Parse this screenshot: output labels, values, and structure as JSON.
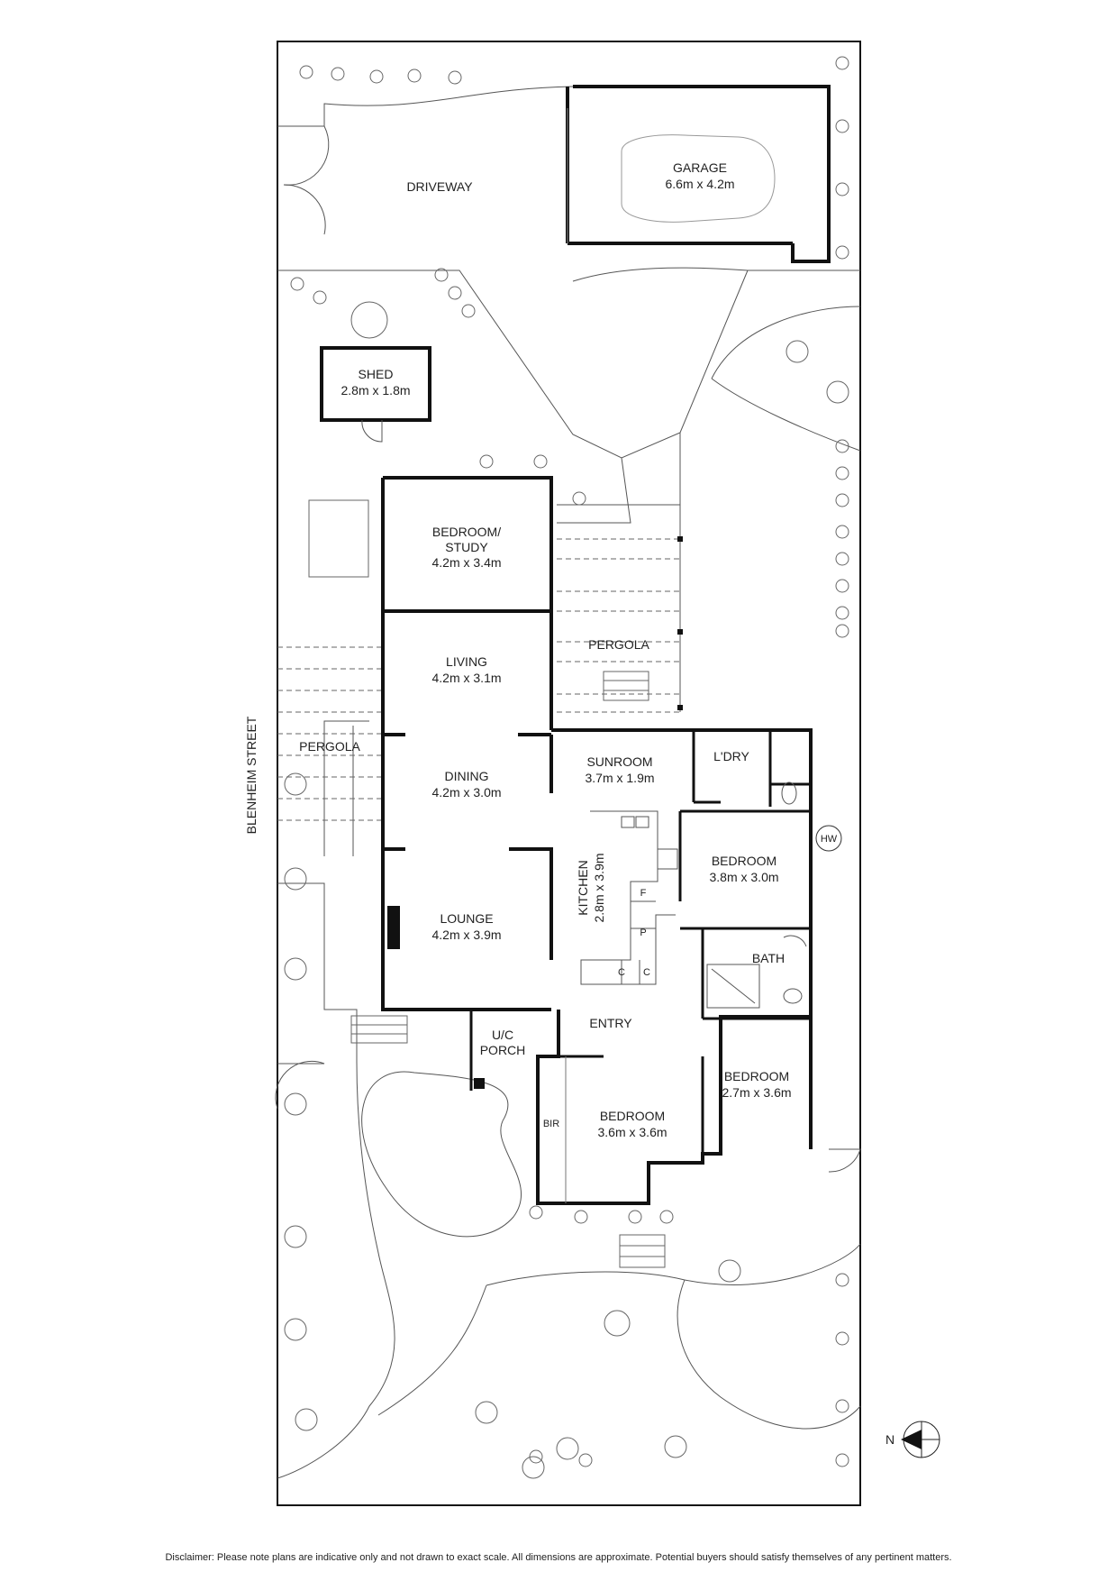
{
  "street": "BLENHEIM STREET",
  "compass": "N",
  "disclaimer": "Disclaimer: Please note plans are indicative only and not drawn to exact scale. All dimensions are approximate. Potential buyers should satisfy themselves of any pertinent matters.",
  "areas": {
    "driveway": "DRIVEWAY",
    "pergola_left": "PERGOLA",
    "pergola_right": "PERGOLA",
    "entry": "ENTRY"
  },
  "rooms": {
    "garage": {
      "name": "GARAGE",
      "dims": "6.6m x 4.2m"
    },
    "shed": {
      "name": "SHED",
      "dims": "2.8m x 1.8m"
    },
    "bedroom_study": {
      "name_line1": "BEDROOM/",
      "name_line2": "STUDY",
      "dims": "4.2m x 3.4m"
    },
    "living": {
      "name": "LIVING",
      "dims": "4.2m x 3.1m"
    },
    "dining": {
      "name": "DINING",
      "dims": "4.2m x 3.0m"
    },
    "lounge": {
      "name": "LOUNGE",
      "dims": "4.2m x 3.9m"
    },
    "sunroom": {
      "name": "SUNROOM",
      "dims": "3.7m x 1.9m"
    },
    "laundry": {
      "name": "L'DRY"
    },
    "kitchen": {
      "name": "KITCHEN",
      "dims": "2.8m x 3.9m"
    },
    "bedroom_east": {
      "name": "BEDROOM",
      "dims": "3.8m x 3.0m"
    },
    "bath": {
      "name": "BATH"
    },
    "uc_porch": {
      "name_line1": "U/C",
      "name_line2": "PORCH"
    },
    "bedroom_main": {
      "name": "BEDROOM",
      "dims": "3.6m x 3.6m"
    },
    "bir": {
      "name": "BIR"
    },
    "bedroom_small": {
      "name": "BEDROOM",
      "dims": "2.7m x 3.6m"
    }
  },
  "fixtures": {
    "hot_water": "HW",
    "fridge": "F",
    "pantry": "P",
    "cupboard_1": "C",
    "cupboard_2": "C"
  }
}
